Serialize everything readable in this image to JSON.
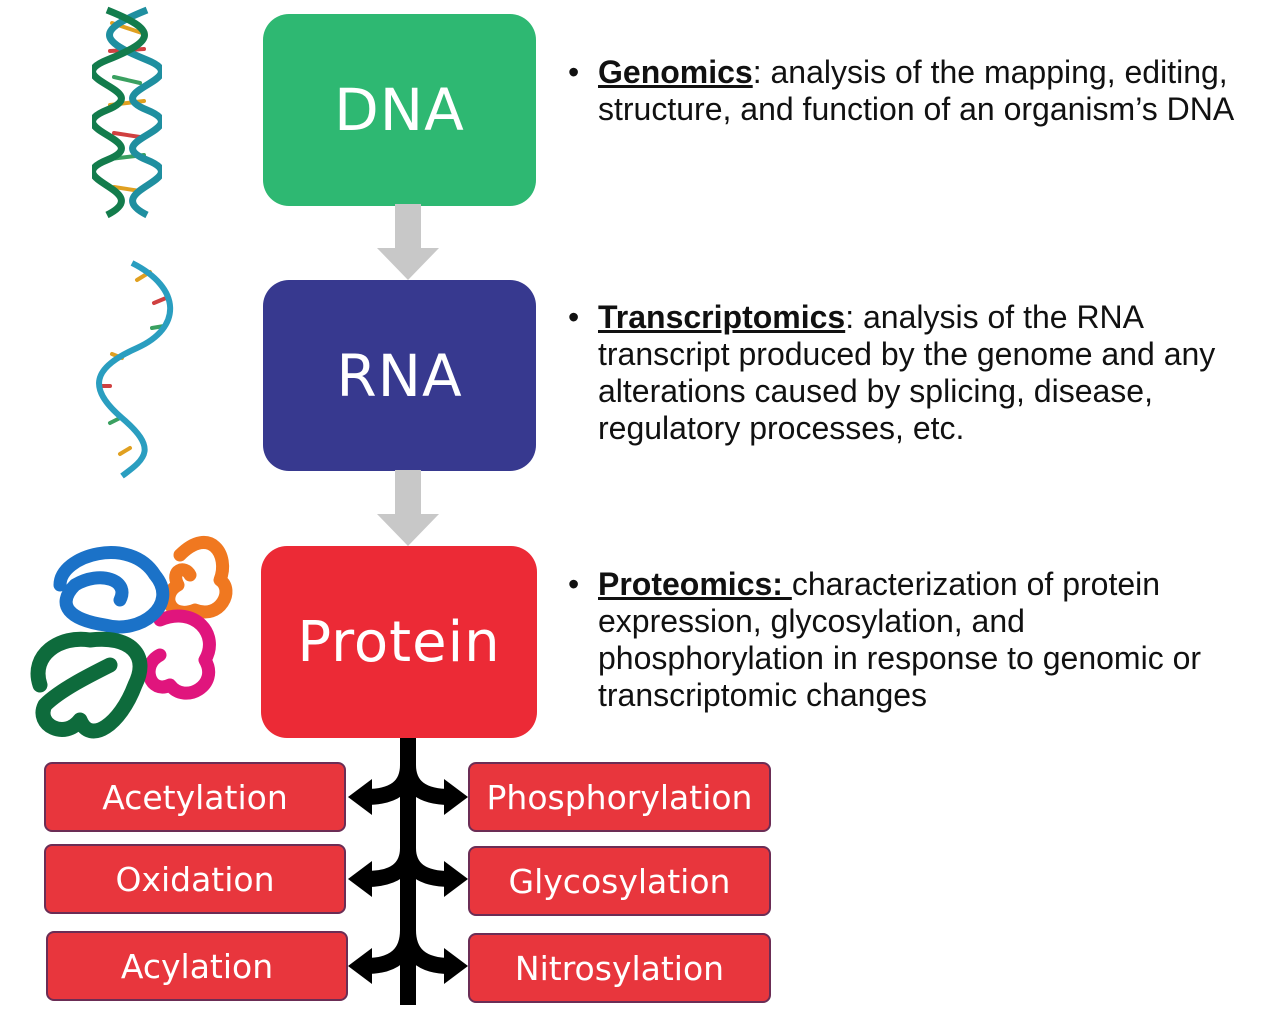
{
  "stages": {
    "dna": "DNA",
    "rna": "RNA",
    "protein": "Protein"
  },
  "descriptions": {
    "genomics": {
      "bullet": "•",
      "term": "Genomics",
      "text": ": analysis of the mapping, editing, structure, and function of an organism’s DNA"
    },
    "transcriptomics": {
      "bullet": "•",
      "term": "Transcriptomics",
      "text": ": analysis of the RNA transcript produced by the genome and any alterations caused by splicing, disease, regulatory processes, etc."
    },
    "proteomics": {
      "bullet": "•",
      "term": "Proteomics: ",
      "text": "characterization of protein expression, glycosylation, and phosphorylation in response to genomic or transcriptomic changes"
    }
  },
  "modifications": {
    "left": [
      "Acetylation",
      "Oxidation",
      "Acylation"
    ],
    "right": [
      "Phosphorylation",
      "Glycosylation",
      "Nitrosylation"
    ]
  },
  "colors": {
    "dna_box": "#2eb872",
    "rna_box": "#37398f",
    "protein_box": "#ec2a36",
    "modification_box": "#e8363d",
    "arrow_gray": "#c8c8c8",
    "connector": "#000000"
  },
  "icons": [
    "dna-double-helix-icon",
    "rna-strand-icon",
    "protein-fold-icon"
  ]
}
